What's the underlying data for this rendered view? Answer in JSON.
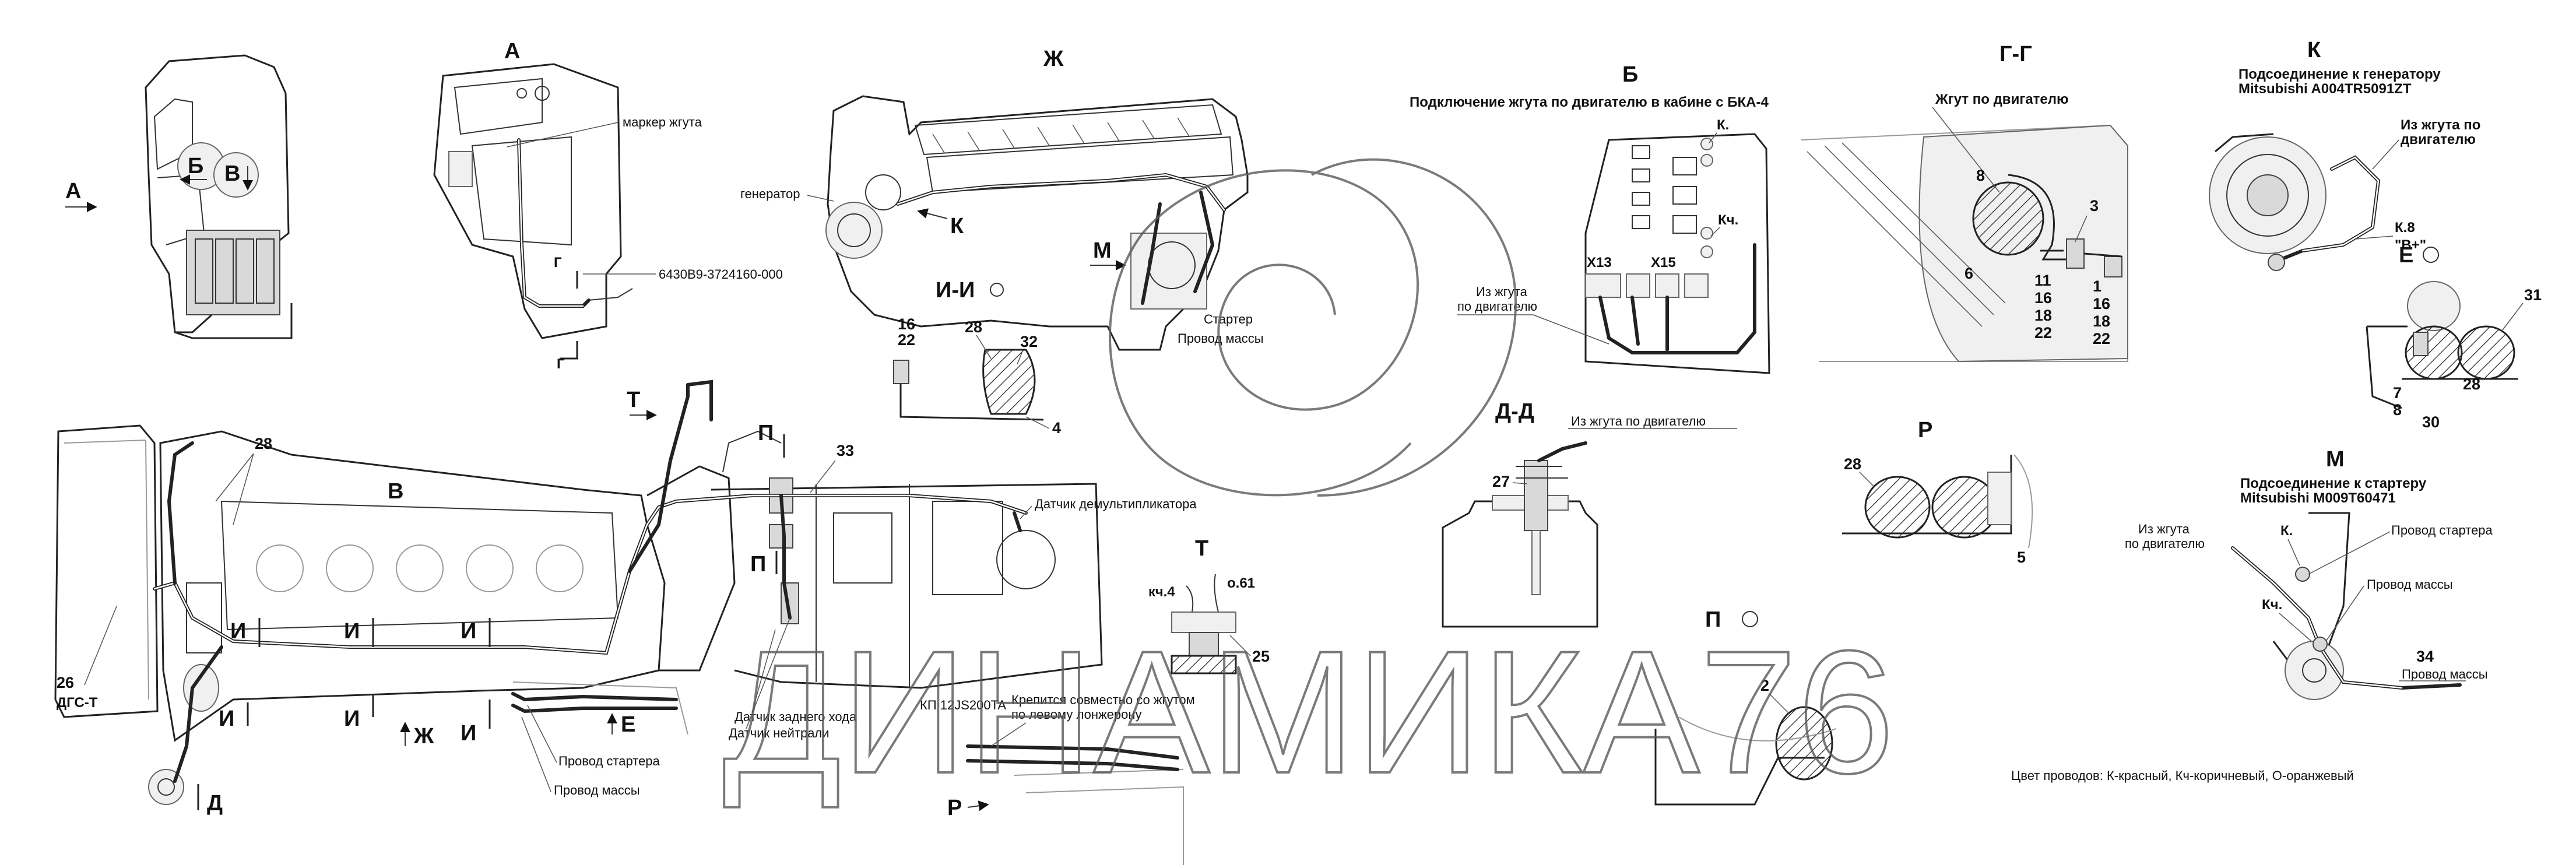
{
  "sections": {
    "a": "А",
    "zh": "Ж",
    "b": "Б",
    "gg": "Г-Г",
    "k": "К",
    "v": "В",
    "ii": "И-И",
    "dd": "Д-Д",
    "r": "Р",
    "m": "М",
    "t_detail": "Т",
    "p": "П",
    "e": "Е"
  },
  "markers": {
    "a": "А",
    "b": "Б",
    "v": "В",
    "g": "Г",
    "k": "К",
    "m": "М",
    "t": "Т",
    "p": "П",
    "i": "И",
    "zh": "Ж",
    "e": "Е",
    "d": "Д",
    "r": "Р"
  },
  "labels": {
    "harness_marker": "маркер жгута",
    "part_number": "6430B9-3724160-000",
    "generator": "генератор",
    "starter": "Стартер",
    "ground_wire": "Провод массы",
    "bka_title": "Подключение жгута по двигателю в кабине с БКА-4",
    "from_engine_harness_2line_1": "Из жгута",
    "from_engine_harness_2line_2": "по двигателю",
    "from_engine_harness": "Из жгута по двигателю",
    "engine_harness": "Жгут по двигателю",
    "gen_conn_1": "Подсоединение к генератору",
    "gen_conn_2": "Mitsubishi A004TR5091ZT",
    "from_harness_k_1": "Из жгута по",
    "from_harness_k_2": "двигателю",
    "k8_1": "К.8",
    "k8_2": "\"B+\"",
    "demult_sensor": "Датчик демультипликатора",
    "gearbox": "КП 12JS200TA",
    "reverse_sensor": "Датчик заднего хода",
    "neutral_sensor": "Датчик нейтрали",
    "fixed_together_1": "Крепится совместно со жгутом",
    "fixed_together_2": "по левому лонжерону",
    "starter_wire": "Провод стартера",
    "dgs_t": "ДГС-Т",
    "kch4": "кч.4",
    "o61": "о.61",
    "starter_conn_1": "Подсоединение к стартеру",
    "starter_conn_2": "Mitsubishi M009T60471",
    "k_dot": "К.",
    "kch_dot": "Кч.",
    "x13": "X13",
    "x15": "X15",
    "wire_colors": "Цвет проводов: К-красный, Кч-коричневый, О-оранжевый",
    "watermark": "ДИНАМИКА76"
  },
  "numbers": {
    "n16": "16",
    "n22": "22",
    "n28": "28",
    "n32": "32",
    "n4": "4",
    "n8": "8",
    "n6": "6",
    "n3": "3",
    "n11": "11",
    "n1": "1",
    "n18": "18",
    "n31": "31",
    "n7": "7",
    "n30": "30",
    "n27": "27",
    "n5": "5",
    "n33": "33",
    "n25": "25",
    "n26": "26",
    "n2": "2",
    "n34": "34"
  }
}
